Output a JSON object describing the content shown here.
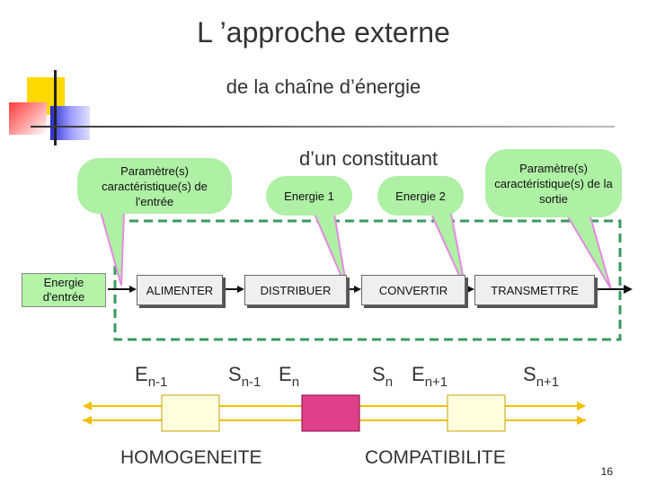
{
  "title": "L ’approche externe",
  "subtitle": "de la chaîne d’énergie",
  "constituant_label": "d’un constituant",
  "bubbles": {
    "input_param": "Paramètre(s) caractéristique(s) de l'entrée",
    "energie1": "Energie 1",
    "energie2": "Energie 2",
    "output_param": "Paramètre(s) caractéristique(s) de la sortie"
  },
  "energie_entree": "Energie d'entrée",
  "blocks": [
    "ALIMENTER",
    "DISTRIBUER",
    "CONVERTIR",
    "TRANSMETTRE"
  ],
  "labels": {
    "en_1": {
      "main": "E",
      "sub": "n-1"
    },
    "sn_1": {
      "main": "S",
      "sub": "n-1"
    },
    "en": {
      "main": "E",
      "sub": "n"
    },
    "sn": {
      "main": "S",
      "sub": "n"
    },
    "en1": {
      "main": "E",
      "sub": "n+1"
    },
    "sn1": {
      "main": "S",
      "sub": "n+1"
    }
  },
  "homogeneite": "HOMOGENEITE",
  "compatibilite": "COMPATIBILITE",
  "page_number": "16",
  "colors": {
    "bubble": "#aef0a4",
    "dashed_frame": "#3a9a60",
    "callout": "#e58ae0",
    "yellow_arrow": "#f2c000",
    "yellow_box": "#ffffe0",
    "magenta_box": "#e0408a"
  }
}
